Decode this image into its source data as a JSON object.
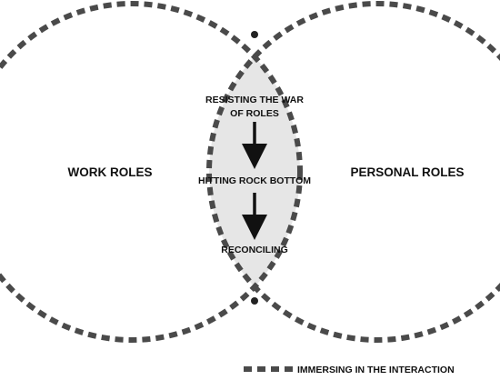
{
  "circles": {
    "left_label": "WORK ROLES",
    "right_label": "PERSONAL ROLES"
  },
  "overlap": {
    "stages": [
      "RESISTING THE WAR",
      "OF ROLES",
      "HITTING ROCK BOTTOM",
      "RECONCILING"
    ]
  },
  "legend": {
    "label": "IMMERSING IN THE INTERACTION"
  },
  "colors": {
    "stroke": "#4a4a4a",
    "overlap_fill": "#e6e6e6",
    "text": "#111111"
  }
}
